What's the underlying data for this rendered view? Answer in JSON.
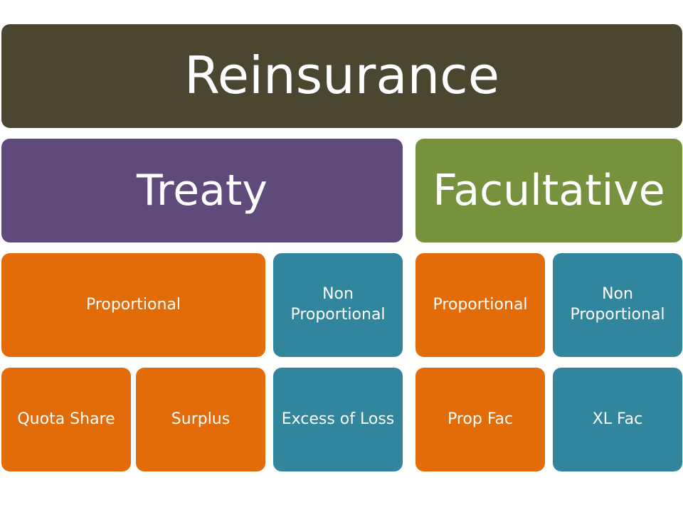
{
  "diagram": {
    "root": {
      "label": "Reinsurance"
    },
    "treaty": {
      "label": "Treaty",
      "proportional": {
        "label": "Proportional"
      },
      "non_proportional": {
        "label": "Non Proportional"
      },
      "quota_share": {
        "label": "Quota Share"
      },
      "surplus": {
        "label": "Surplus"
      },
      "excess_of_loss": {
        "label": "Excess of Loss"
      }
    },
    "facultative": {
      "label": "Facultative",
      "proportional": {
        "label": "Proportional"
      },
      "non_proportional": {
        "label": "Non Proportional"
      },
      "prop_fac": {
        "label": "Prop Fac"
      },
      "xl_fac": {
        "label": "XL Fac"
      }
    }
  },
  "colors": {
    "root": "#4b4630",
    "treaty": "#604a7b",
    "facultative": "#76923c",
    "proportional": "#e36c0a",
    "non_proportional": "#31859c",
    "text": "#ffffff"
  }
}
